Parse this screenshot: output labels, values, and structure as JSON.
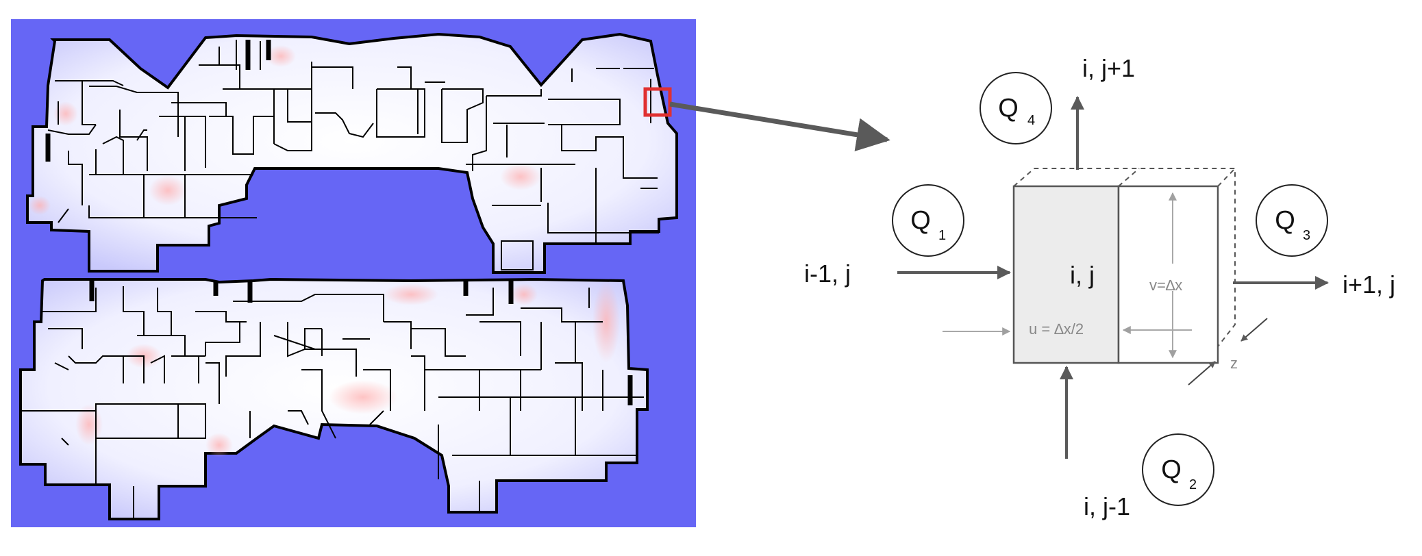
{
  "labels": {
    "center": "i, j",
    "left": "i-1, j",
    "right": "i+1, j",
    "top": "i, j+1",
    "bottom": "i, j-1",
    "u_dim": "u = ∆x/2",
    "v_dim": "v=∆x",
    "z_dim": "z"
  },
  "circles": [
    {
      "id": "q4",
      "letter": "Q",
      "sub": "4"
    },
    {
      "id": "q1",
      "letter": "Q",
      "sub": "1"
    },
    {
      "id": "q3",
      "letter": "Q",
      "sub": "3"
    },
    {
      "id": "q2",
      "letter": "Q",
      "sub": "2"
    }
  ],
  "colors": {
    "background_field": "#6666f5",
    "floor_fill": "#f2f2ff",
    "walls": "#000000",
    "highlight_box": "#e03030",
    "arrow": "#5a5a5a",
    "cell_fill": "#ececec",
    "dim_gray": "#a8a8a8"
  }
}
